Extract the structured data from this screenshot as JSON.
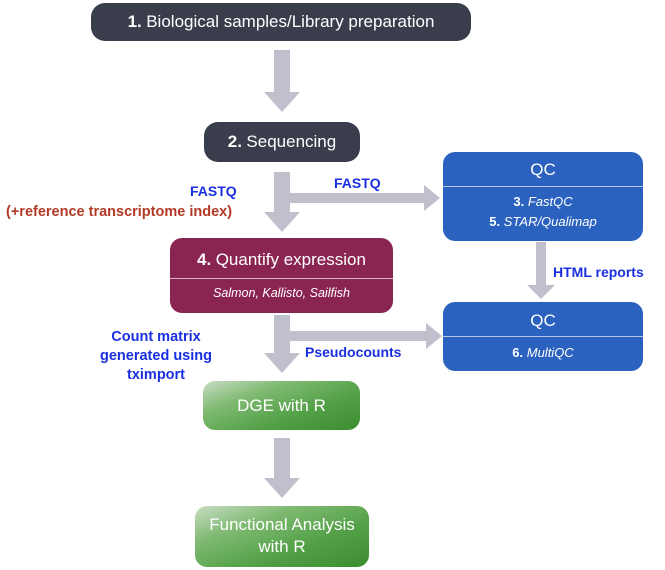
{
  "boxes": {
    "step1": {
      "num": "1.",
      "label": "Biological samples/Library preparation"
    },
    "step2": {
      "num": "2.",
      "label": "Sequencing"
    },
    "step4": {
      "num": "4.",
      "label": "Quantify expression",
      "tools": "Salmon, Kallisto, Sailfish"
    },
    "qc1": {
      "title": "QC",
      "items": [
        {
          "num": "3.",
          "tool": "FastQC"
        },
        {
          "num": "5.",
          "tool": "STAR/Qualimap"
        }
      ]
    },
    "qc2": {
      "title": "QC",
      "items": [
        {
          "num": "6.",
          "tool": "MultiQC"
        }
      ]
    },
    "dge": {
      "label": "DGE with R"
    },
    "functional": {
      "line1": "Functional Analysis",
      "line2": "with R"
    }
  },
  "labels": {
    "fastq_left": "FASTQ",
    "reference_index": "(+reference transcriptome index)",
    "fastq_right": "FASTQ",
    "html_reports": "HTML reports",
    "count_matrix_1": "Count matrix",
    "count_matrix_2": "generated using",
    "count_matrix_3": "tximport",
    "pseudocounts": "Pseudocounts"
  },
  "colors": {
    "dark_box": "#3a3e4c",
    "quantify_box": "#8a2451",
    "qc_box": "#2b62bf",
    "green_box": "#52a046",
    "arrow": "#c0bfcc",
    "blue_label": "#1a2fe0",
    "red_label": "#b23a26"
  }
}
